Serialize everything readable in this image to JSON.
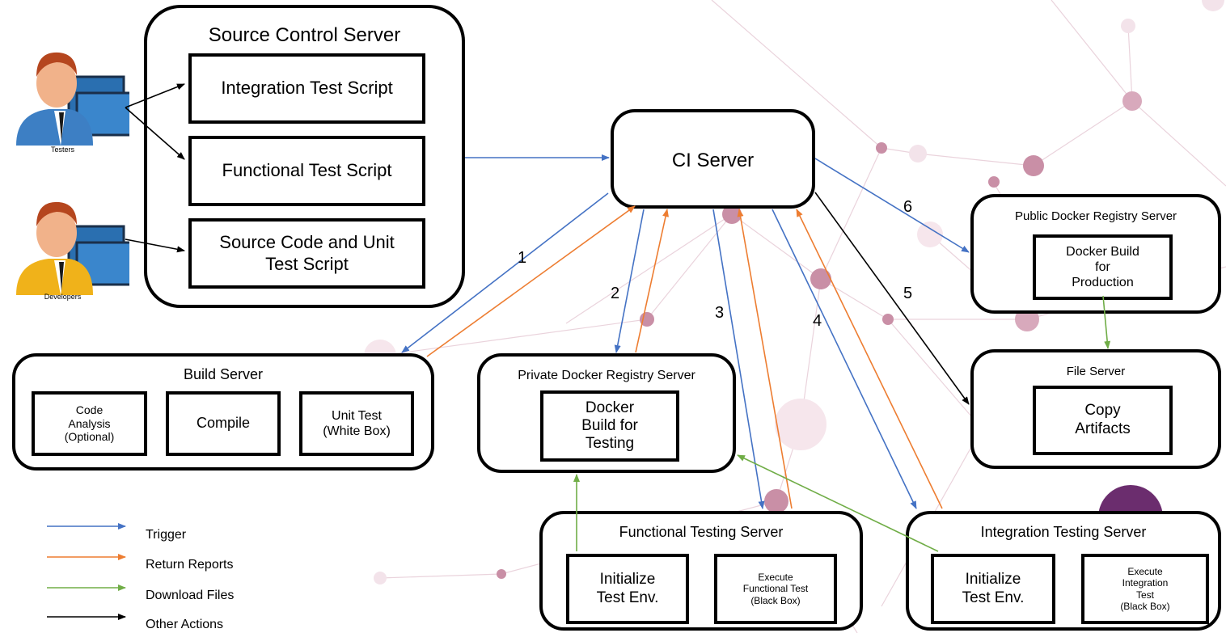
{
  "actors": {
    "testers": "Testers",
    "developers": "Developers"
  },
  "source_control": {
    "title": "Source Control Server",
    "integration_script": "Integration Test Script",
    "functional_script": "Functional Test Script",
    "source_code": "Source Code and Unit\nTest Script"
  },
  "ci_server": {
    "title": "CI Server"
  },
  "build_server": {
    "title": "Build Server",
    "code_analysis": "Code\nAnalysis\n(Optional)",
    "compile": "Compile",
    "unit_test": "Unit Test\n(White Box)"
  },
  "private_registry": {
    "title": "Private Docker Registry Server",
    "docker_build": "Docker\nBuild for\nTesting"
  },
  "public_registry": {
    "title": "Public Docker Registry Server",
    "docker_build": "Docker Build\nfor\nProduction"
  },
  "file_server": {
    "title": "File Server",
    "copy": "Copy\nArtifacts"
  },
  "functional_testing": {
    "title": "Functional Testing Server",
    "initialize": "Initialize\nTest Env.",
    "execute": "Execute\nFunctional Test\n(Black Box)"
  },
  "integration_testing": {
    "title": "Integration Testing Server",
    "initialize": "Initialize\nTest Env.",
    "execute": "Execute\nIntegration\nTest\n(Black Box)"
  },
  "step_numbers": [
    "1",
    "2",
    "3",
    "4",
    "5",
    "6"
  ],
  "legend": {
    "trigger": "Trigger",
    "return_reports": "Return Reports",
    "download_files": "Download Files",
    "other_actions": "Other Actions"
  },
  "colors": {
    "trigger": "#4472c4",
    "return_reports": "#ed7d31",
    "download_files": "#70ad47",
    "other_actions": "#000000"
  }
}
